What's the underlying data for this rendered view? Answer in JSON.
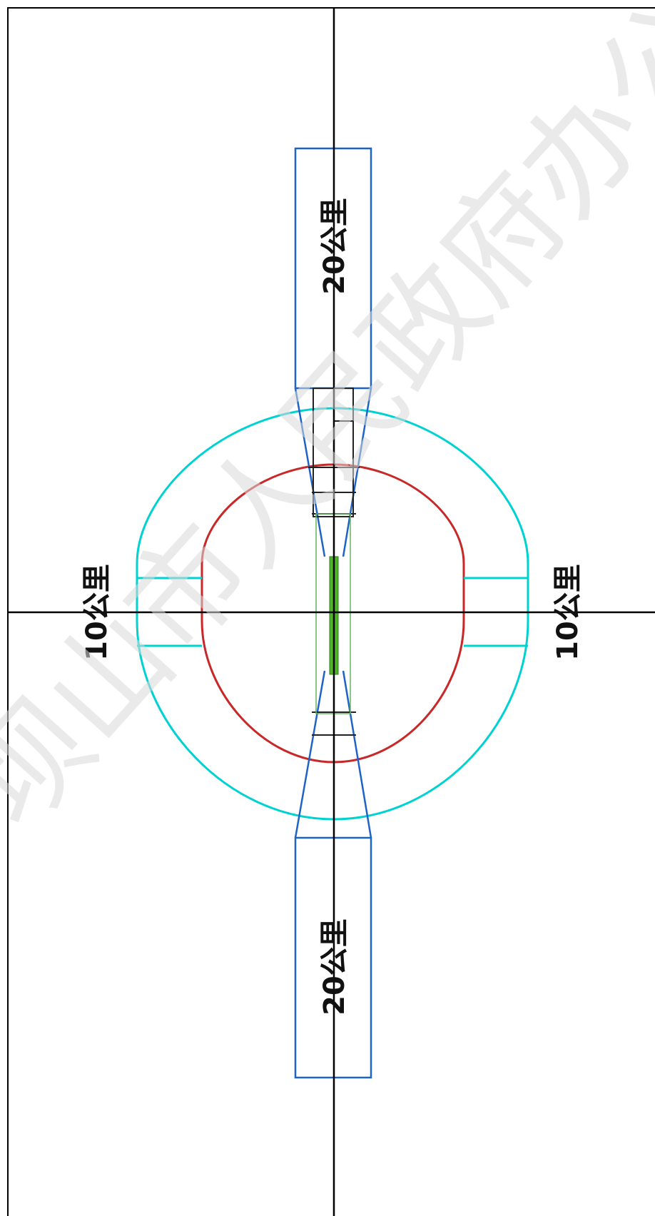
{
  "diagram": {
    "labels": {
      "top_zone": "20公里",
      "bottom_zone": "20公里",
      "left_zone": "10公里",
      "right_zone": "10公里"
    },
    "watermark": "坝山市人民政府办公室"
  },
  "colors": {
    "background": "#ffffff",
    "axis": "#000000",
    "outer_boundary": "#00d2d2",
    "inner_boundary": "#c82828",
    "corridor": "#1e64c8",
    "runway": "#50b428",
    "runway_outline": "#64b464",
    "watermark": "#d9d9d9"
  }
}
